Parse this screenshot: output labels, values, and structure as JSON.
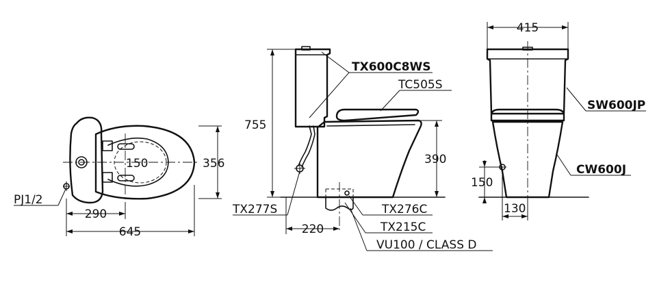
{
  "plan_view": {
    "dim_width": "356",
    "dim_depth": "645",
    "dim_outlet": "290",
    "dim_fixing": "150",
    "label_valve": "PJ1/2"
  },
  "side_view": {
    "dim_height": "755",
    "dim_seat_height": "390",
    "dim_outlet": "220",
    "label_tank": "TX600C8WS",
    "label_seat": "TC505S",
    "label_hose": "TX277S",
    "label_flange": "TX276C",
    "label_pipe": "TX215C",
    "label_class": "VU100 / CLASS D"
  },
  "front_view": {
    "dim_width": "415",
    "dim_valve_height": "150",
    "dim_valve_offset": "130",
    "label_tank": "SW600JP",
    "label_bowl": "CW600J"
  }
}
